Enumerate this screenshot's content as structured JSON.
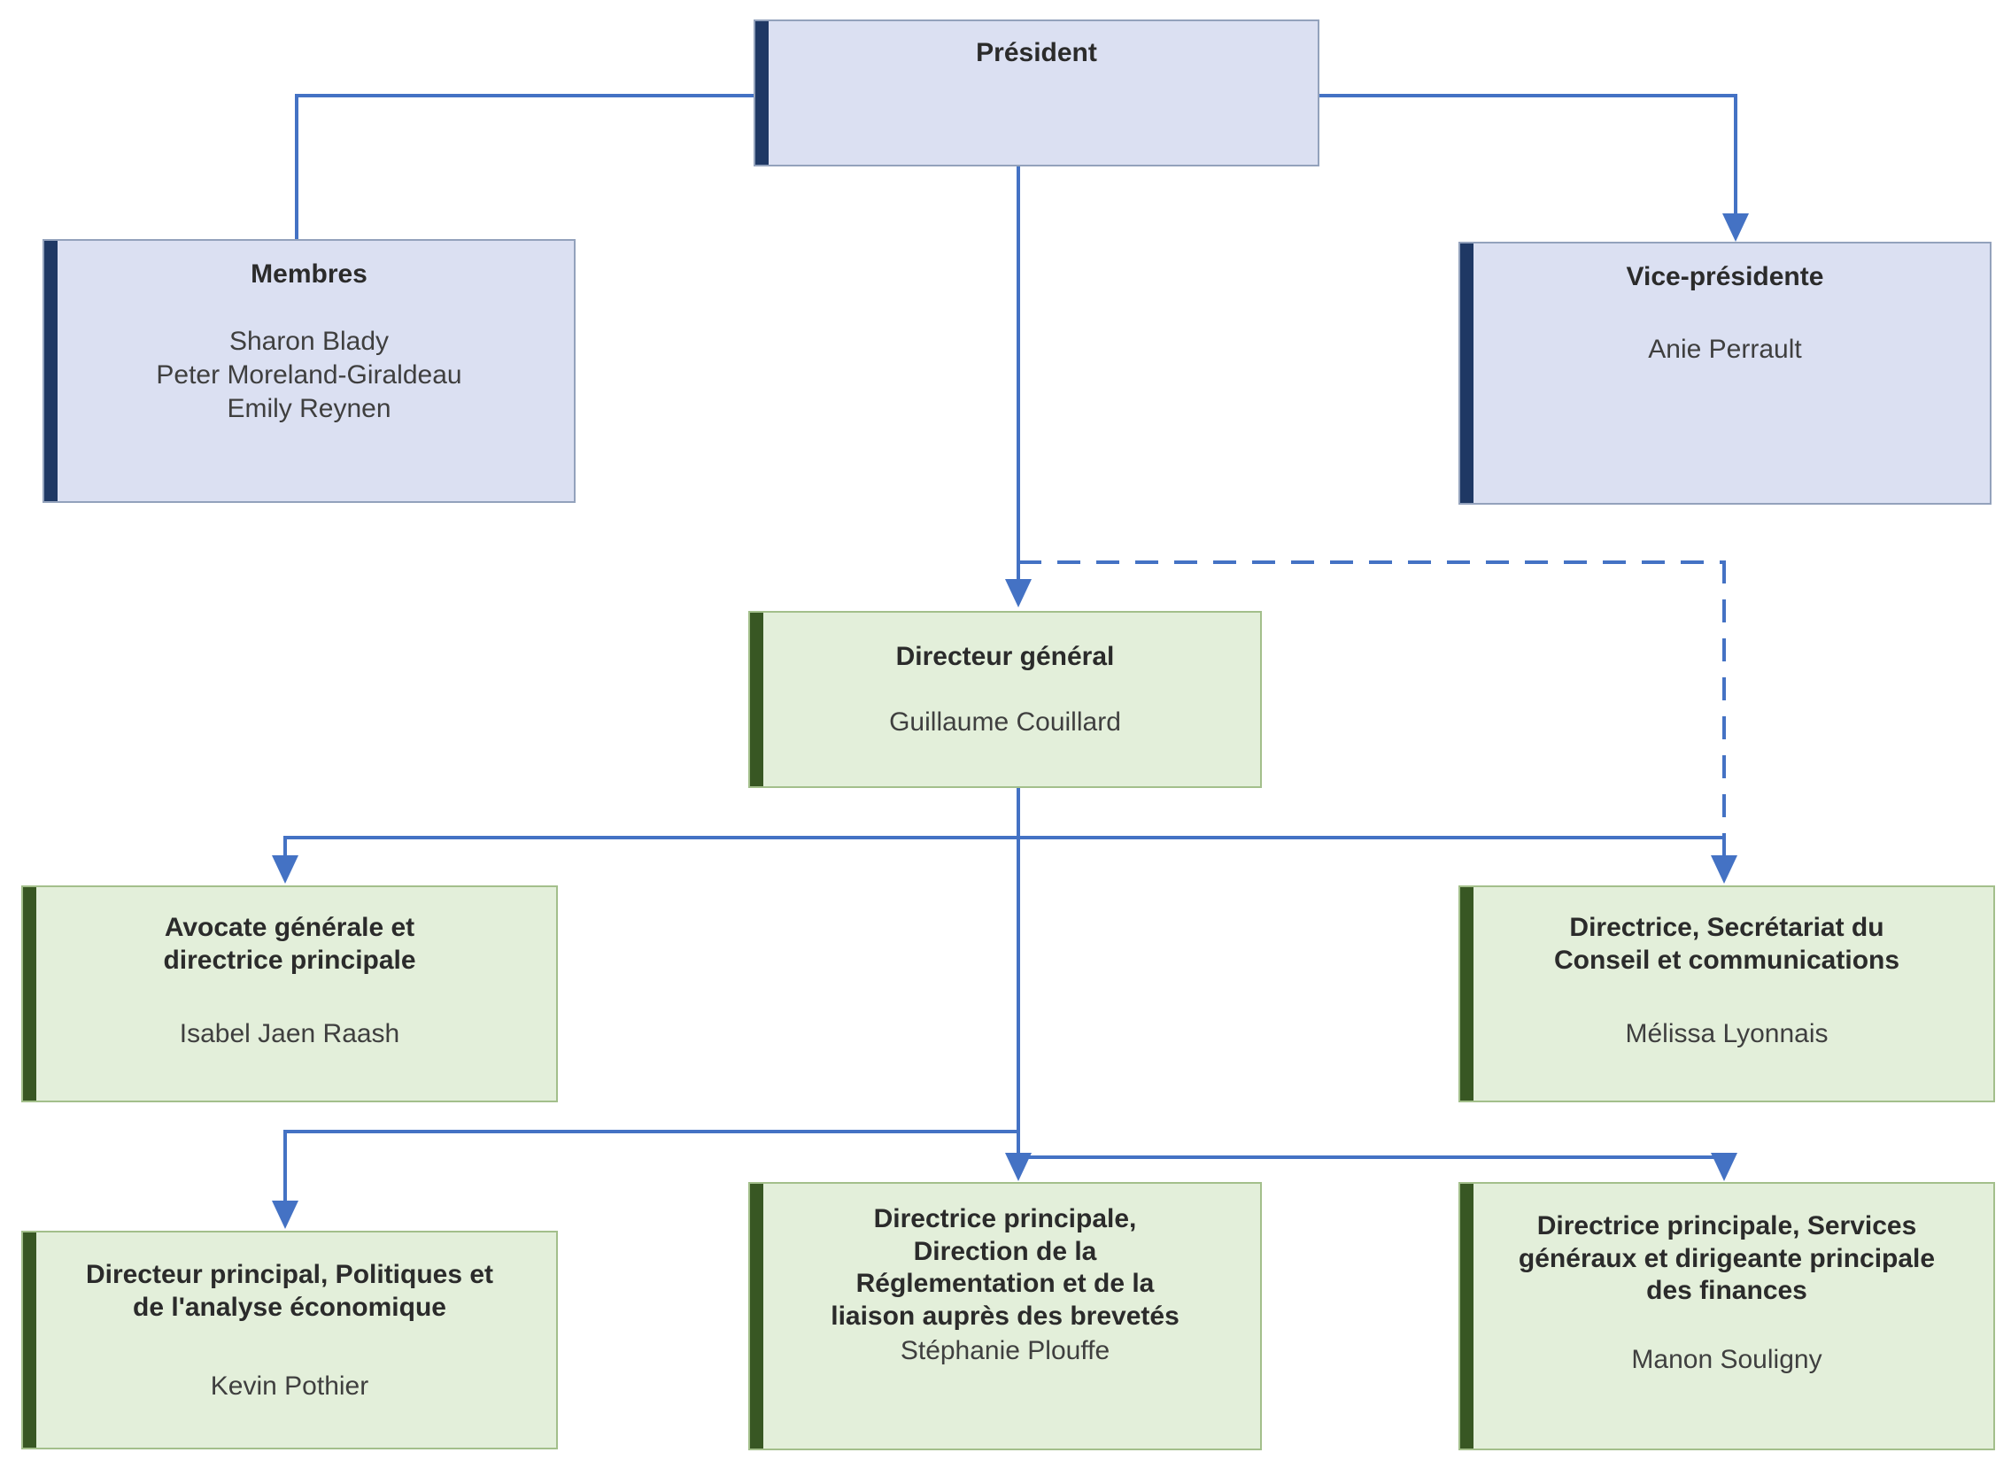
{
  "chart": {
    "type": "org-chart",
    "nodes": {
      "president": {
        "title": "Président",
        "names": []
      },
      "membres": {
        "title": "Membres",
        "names": [
          "Sharon Blady",
          "Peter Moreland-Giraldeau",
          "Emily Reynen"
        ]
      },
      "vice_presidente": {
        "title": "Vice-présidente",
        "names": [
          "Anie Perrault"
        ]
      },
      "directeur_general": {
        "title": "Directeur général",
        "names": [
          "Guillaume Couillard"
        ]
      },
      "avocate_generale": {
        "title": "Avocate générale et directrice principale",
        "names": [
          "Isabel Jaen Raash"
        ]
      },
      "secretariat_conseil": {
        "title": "Directrice, Secrétariat du Conseil et communications",
        "names": [
          "Mélissa Lyonnais"
        ]
      },
      "politiques_analyse": {
        "title": "Directeur principal, Politiques et de l'analyse économique",
        "names": [
          "Kevin Pothier"
        ]
      },
      "reglementation_brevetes": {
        "title": "Directrice principale, Direction de la Réglementation et de la liaison auprès des brevetés",
        "names": [
          "Stéphanie Plouffe"
        ]
      },
      "services_generaux_finances": {
        "title": "Directrice principale, Services généraux et dirigeante principale des finances",
        "names": [
          "Manon Souligny"
        ]
      }
    },
    "edges": [
      {
        "from": "president",
        "to": "membres",
        "style": "solid",
        "arrow": false
      },
      {
        "from": "president",
        "to": "vice_presidente",
        "style": "solid",
        "arrow": true
      },
      {
        "from": "president",
        "to": "directeur_general",
        "style": "solid",
        "arrow": true
      },
      {
        "from": "president",
        "to": "secretariat_conseil",
        "style": "dashed",
        "arrow": true
      },
      {
        "from": "directeur_general",
        "to": "avocate_generale",
        "style": "solid",
        "arrow": true
      },
      {
        "from": "directeur_general",
        "to": "secretariat_conseil",
        "style": "solid",
        "arrow": true
      },
      {
        "from": "directeur_general",
        "to": "politiques_analyse",
        "style": "solid",
        "arrow": true
      },
      {
        "from": "directeur_general",
        "to": "reglementation_brevetes",
        "style": "solid",
        "arrow": true
      },
      {
        "from": "directeur_general",
        "to": "services_generaux_finances",
        "style": "solid",
        "arrow": true
      }
    ],
    "colors": {
      "connector": "#4472c4",
      "blue_fill": "#dbe0f2",
      "blue_border": "#93a2bc",
      "blue_accent_bar": "#1f3864",
      "green_fill": "#e3efda",
      "green_border": "#a3bf8b",
      "green_accent_bar": "#385723",
      "title_text": "#2b2b2b",
      "name_text": "#3f3f3f"
    }
  }
}
